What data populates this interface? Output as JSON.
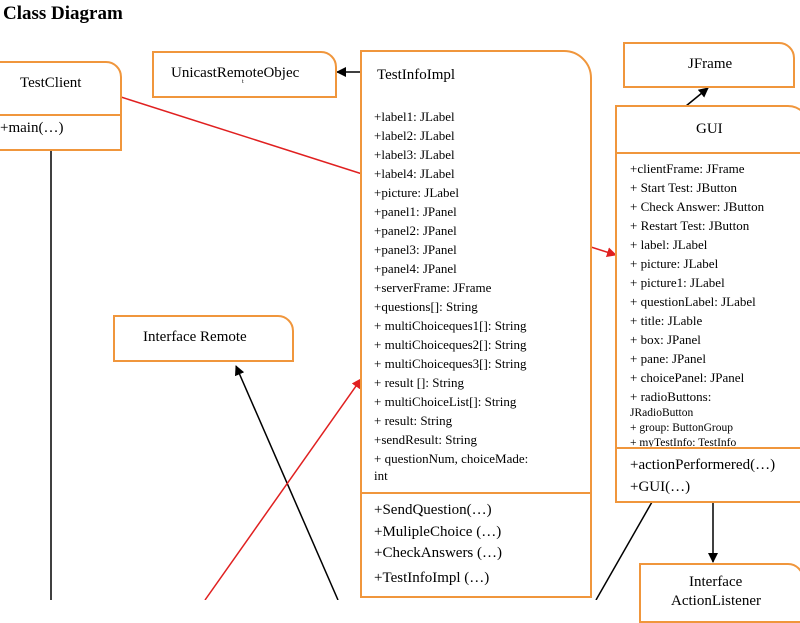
{
  "title": "Class Diagram",
  "classes": {
    "testclient": {
      "name": "TestClient",
      "methods": [
        "+main(…)"
      ]
    },
    "unicast": {
      "name": "UnicastRemoteObjec",
      "suffix": "t"
    },
    "testinfoimpl": {
      "name": "TestInfoImpl",
      "attributes": [
        "+label1: JLabel",
        "+label2: JLabel",
        "+label3: JLabel",
        "+label4: JLabel",
        "+picture: JLabel",
        "+panel1: JPanel",
        "+panel2: JPanel",
        "+panel3: JPanel",
        "+panel4: JPanel",
        "+serverFrame: JFrame",
        "+questions[]: String",
        "+ multiChoiceques1[]: String",
        "+ multiChoiceques2[]: String",
        "+ multiChoiceques3[]: String",
        "+ result []: String",
        "+ multiChoiceList[]: String",
        "+ result: String",
        "+sendResult: String",
        "+ questionNum, choiceMade:",
        "int"
      ],
      "methods": [
        "+SendQuestion(…)",
        "+MulipleChoice (…)",
        "+CheckAnswers (…)",
        "+TestInfoImpl (…)"
      ]
    },
    "jframe": {
      "name": "JFrame"
    },
    "gui": {
      "name": "GUI",
      "attributes": [
        "+clientFrame: JFrame",
        "+ Start Test: JButton",
        "+ Check Answer: JButton",
        "+ Restart Test: JButton",
        "+ label: JLabel",
        "+ picture: JLabel",
        "+ picture1: JLabel",
        "+ questionLabel: JLabel",
        "+ title: JLable",
        "+ box: JPanel",
        "+ pane: JPanel",
        "+ choicePanel: JPanel",
        "+ radioButtons:",
        "JRadioButton"
      ],
      "attributes_small": [
        "+ group: ButtonGroup",
        "+ myTestInfo: TestInfo"
      ],
      "methods": [
        "+actionPerformered(…)",
        "+GUI(…)"
      ]
    },
    "remote": {
      "name": "Interface Remote"
    },
    "actionlistener": {
      "name": "Interface",
      "name2": "ActionListener"
    }
  },
  "colors": {
    "box_border": "#f0963c",
    "dependency_arrow": "#e02020",
    "line": "#000000"
  }
}
